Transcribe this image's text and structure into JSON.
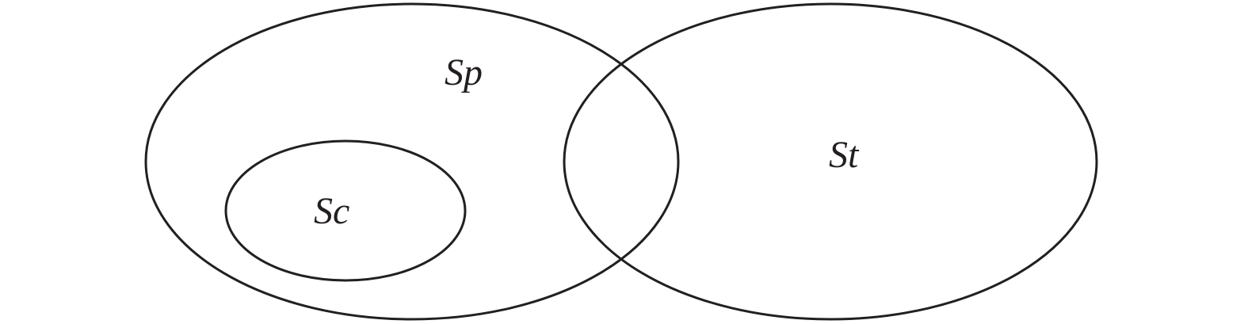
{
  "diagram": {
    "sets": {
      "sp": {
        "label": "Sp"
      },
      "sc": {
        "label": "Sc"
      },
      "st": {
        "label": "St"
      }
    },
    "relations": [
      {
        "subset": "sc",
        "superset": "sp"
      },
      {
        "overlap": [
          "sp",
          "st"
        ]
      }
    ],
    "colors": {
      "stroke": "#231f20",
      "background": "#ffffff"
    }
  }
}
